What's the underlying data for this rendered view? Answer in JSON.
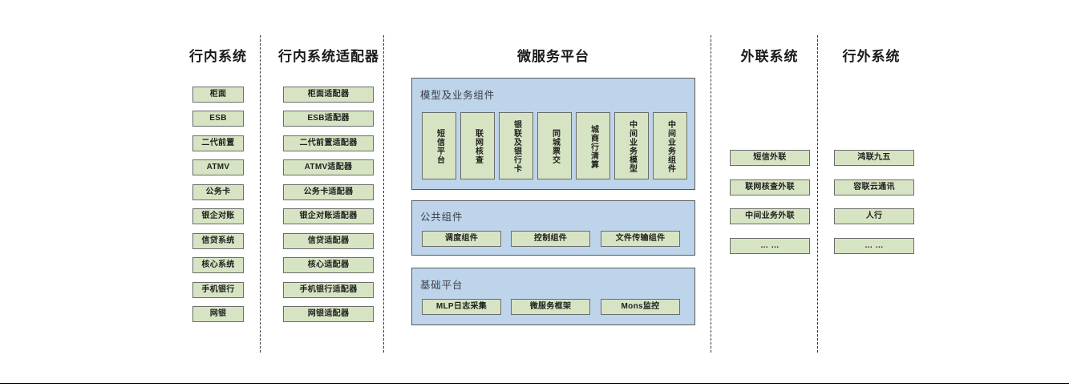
{
  "diagram": {
    "title_bar_present": false,
    "columns": [
      {
        "id": "in-bank-systems",
        "header": "行内系统",
        "items": [
          "柜面",
          "ESB",
          "二代前置",
          "ATMV",
          "公务卡",
          "银企对账",
          "信贷系统",
          "核心系统",
          "手机银行",
          "网银"
        ]
      },
      {
        "id": "in-bank-adapters",
        "header": "行内系统适配器",
        "items": [
          "柜面适配器",
          "ESB适配器",
          "二代前置适配器",
          "ATMV适配器",
          "公务卡适配器",
          "银企对账适配器",
          "信贷适配器",
          "核心适配器",
          "手机银行适配器",
          "网银适配器"
        ]
      },
      {
        "id": "microservice-platform",
        "header": "微服务平台",
        "panels": [
          {
            "id": "model-business-components",
            "label": "模型及业务组件",
            "orientation": "vertical",
            "items": [
              "短信平台",
              "联网核查",
              "银联及银行卡",
              "同城票交",
              "城商行清算",
              "中间业务模型",
              "中间业务组件"
            ]
          },
          {
            "id": "public-components",
            "label": "公共组件",
            "orientation": "horizontal",
            "items": [
              "调度组件",
              "控制组件",
              "文件传输组件"
            ]
          },
          {
            "id": "base-platform",
            "label": "基础平台",
            "orientation": "horizontal",
            "items": [
              "MLP日志采集",
              "微服务框架",
              "Mons监控"
            ]
          }
        ]
      },
      {
        "id": "external-link-systems",
        "header": "外联系统",
        "items": [
          "短信外联",
          "联网核查外联",
          "中间业务外联",
          "… …"
        ]
      },
      {
        "id": "off-bank-systems",
        "header": "行外系统",
        "items": [
          "鸿联九五",
          "容联云通讯",
          "人行",
          "… …"
        ]
      }
    ]
  },
  "colors": {
    "node_fill": "#d7e4c3",
    "node_border": "#6b6b6b",
    "panel_fill": "#bdd4ea",
    "panel_border": "#5a5a5a",
    "separator": "#333333",
    "text": "#1a1a1a",
    "panel_label_text": "#3c3c46",
    "background": "#ffffff",
    "bottom_rule": "#000000"
  }
}
